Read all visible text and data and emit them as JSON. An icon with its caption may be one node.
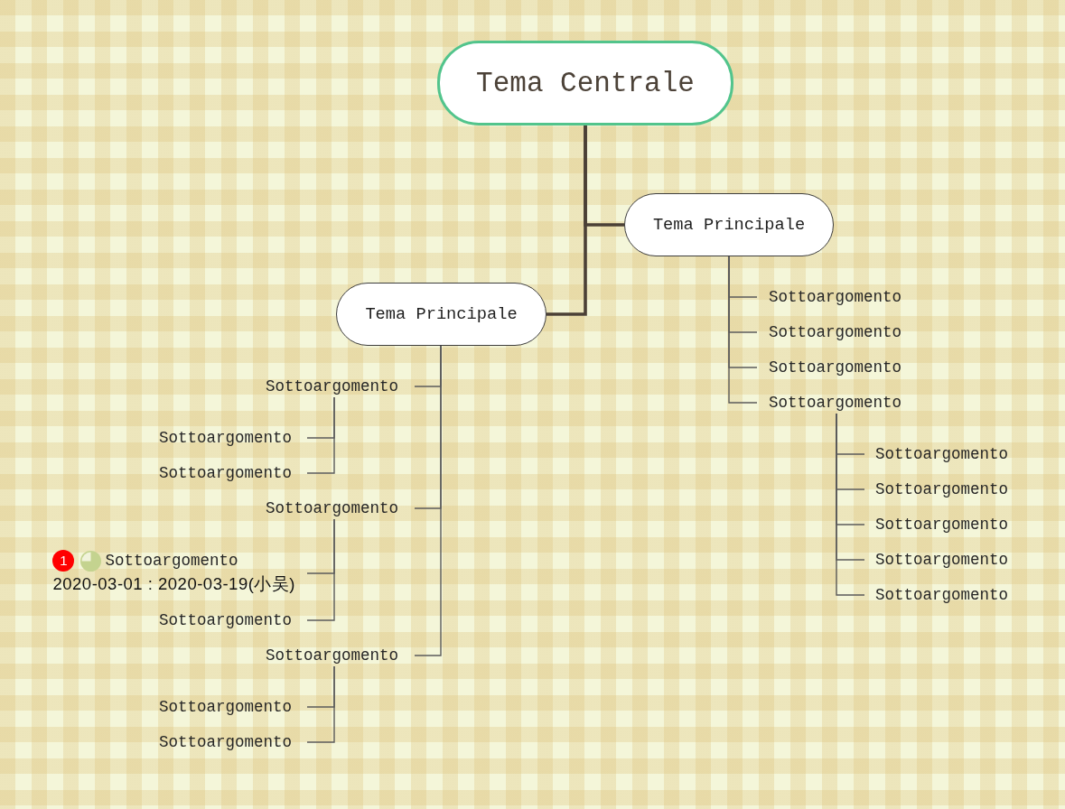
{
  "diagram": {
    "nodes": [
      {
        "text": [
          "Tema Centrale"
        ]
      },
      {
        "text": [
          "Tema Principale"
        ]
      },
      {
        "text": [
          "Sottoargomento"
        ]
      },
      {
        "text": [
          "Sottoargomento"
        ]
      },
      {
        "text": [
          "Sottoargomento"
        ]
      },
      {
        "text": [
          "Sottoargomento"
        ]
      },
      {
        "text": [
          "Sottoargomento"
        ]
      },
      {
        "text": [
          "Sottoargomento"
        ]
      },
      {
        "text": [
          "Sottoargomento"
        ]
      },
      {
        "text": [
          "Sottoargomento"
        ]
      },
      {
        "text": [
          "Sottoargomento"
        ]
      },
      {
        "text": [
          "Tema Principale"
        ]
      },
      {
        "text": [
          "Sottoargomento"
        ]
      },
      {
        "text": [
          "Sottoargomento"
        ]
      },
      {
        "text": [
          "Sottoargomento"
        ]
      },
      {
        "text": [
          "Sottoargomento"
        ]
      },
      {
        "text": [
          "1",
          "Sottoargomento",
          "2020-03-01 : 2020-03-19(小吴)"
        ]
      },
      {
        "text": [
          "Sottoargomento"
        ]
      },
      {
        "text": [
          "Sottoargomento"
        ]
      },
      {
        "text": [
          "Sottoargomento"
        ]
      },
      {
        "text": [
          "Sottoargomento"
        ]
      }
    ],
    "edges": [
      {
        "from": 0,
        "to": 1,
        "arrow": "none",
        "style": "thick"
      },
      {
        "from": 1,
        "to": 2,
        "arrow": "none"
      },
      {
        "from": 1,
        "to": 3,
        "arrow": "none"
      },
      {
        "from": 1,
        "to": 4,
        "arrow": "none"
      },
      {
        "from": 1,
        "to": 5,
        "arrow": "none"
      },
      {
        "from": 5,
        "to": 6,
        "arrow": "none"
      },
      {
        "from": 5,
        "to": 7,
        "arrow": "none"
      },
      {
        "from": 5,
        "to": 8,
        "arrow": "none"
      },
      {
        "from": 5,
        "to": 9,
        "arrow": "none"
      },
      {
        "from": 5,
        "to": 10,
        "arrow": "none"
      },
      {
        "from": 0,
        "to": 11,
        "arrow": "none",
        "style": "thick"
      },
      {
        "from": 11,
        "to": 12,
        "arrow": "none"
      },
      {
        "from": 12,
        "to": 13,
        "arrow": "none"
      },
      {
        "from": 12,
        "to": 14,
        "arrow": "none"
      },
      {
        "from": 11,
        "to": 15,
        "arrow": "none"
      },
      {
        "from": 15,
        "to": 16,
        "arrow": "none"
      },
      {
        "from": 15,
        "to": 17,
        "arrow": "none"
      },
      {
        "from": 11,
        "to": 18,
        "arrow": "none"
      },
      {
        "from": 18,
        "to": 19,
        "arrow": "none"
      },
      {
        "from": 18,
        "to": 20,
        "arrow": "none"
      }
    ]
  }
}
